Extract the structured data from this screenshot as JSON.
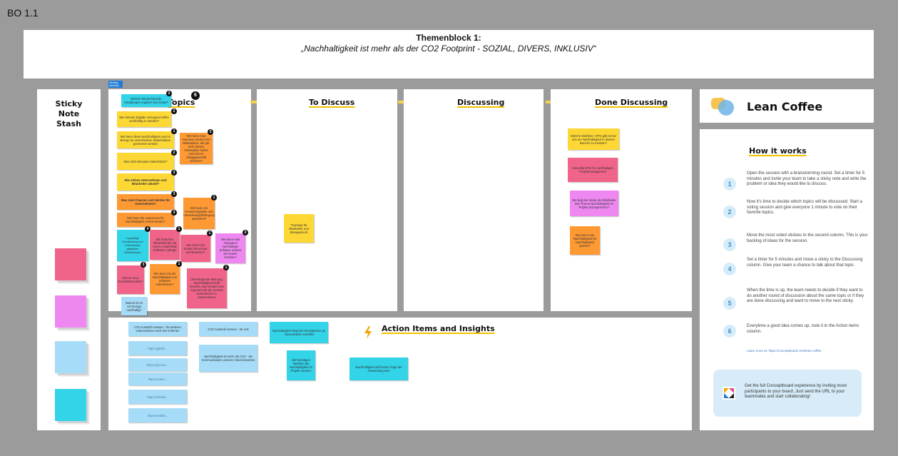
{
  "board": {
    "label": "BO 1.1"
  },
  "banner": {
    "title": "Themenblock 1:",
    "subtitle": "„Nachhaltigkeit ist mehr als der CO2 Footprint - SOZIAL, DIVERS, INKLUSIV“"
  },
  "stash": {
    "title_line1": "Sticky",
    "title_line2": "Note",
    "title_line3": "Stash"
  },
  "columns": {
    "topics": "Topics",
    "to_discuss": "To Discuss",
    "discussing": "Discussing",
    "done": "Done Discussing",
    "topics_count": "6"
  },
  "small_tag": "Meeting schedule",
  "topic_notes": [
    {
      "text": "Welche Wiederholende Handlungen ergeben sich heute?",
      "badge": "2"
    },
    {
      "text": "Wie können Digitale Lösungen helfen nachhaltig zu werden?",
      "badge": "2"
    },
    {
      "text": "Wie kann diese Nachhaltigkeit nach in Bezug zur verschiedene Stakeholdern gemessen werden",
      "badge": "1"
    },
    {
      "text": "Wie kann man Interesse wecken bei Mitarbeitern, die gar nicht diesen Arbeitsplatz haben und sich im Alltagsgeschäft verlieren?",
      "badge": "3"
    },
    {
      "text": "Was sind relevante Stakeholder?",
      "badge": "2"
    },
    {
      "text": "Wie stehen Unternehmen und Mitarbeiter aktuell?",
      "badge": "3"
    },
    {
      "text": "Was sind Chancen und Hürden für Unternehmen?",
      "badge": "3"
    },
    {
      "text": "Wie kann die Awareness für Nachhaltigkeit erzielt werden?",
      "badge": "3"
    },
    {
      "text": "Wie kann ein Umsetzungsplan und Verantwortungsfestlegungen aussehen?",
      "badge": "1"
    },
    {
      "text": "Langfristige Verantwortung von Unternehmen gegenüber Mitarbeitenden",
      "badge": "4"
    },
    {
      "text": "Wir brauchen Mitarbeitende mit neuen Leadership Software Aufträge",
      "badge": "1"
    },
    {
      "text": "Wie sind CO2 Kosten berechnet und bewertet?",
      "badge": "1"
    },
    {
      "text": "Wie kann man Akzeptanz nachhaltiger Software seitens der Nutzer erhöhen?",
      "badge": "3"
    },
    {
      "text": "Gibt es neue Geschäftsmodelle?",
      "badge": "3"
    },
    {
      "text": "Wie kann UX die Nachhaltigkeit von Software unterstützen?",
      "badge": "1"
    },
    {
      "text": "Überwiegende Meinung: Nachhaltigkeit heißt Verzicht. Das ist aber kein Argument für die meisten Entscheider im Unternehmen.",
      "badge": "1"
    },
    {
      "text": "Warum ist es UX-Design nachhaltig?",
      "badge": ""
    }
  ],
  "to_discuss_notes": [
    {
      "text": "Trainings für Mitarbeiter und Management"
    }
  ],
  "done_notes": [
    {
      "text": "Welche Metriken / KPIs gibt es bei uns um Nachhaltigkeit in diesem Bereich zu messen?"
    },
    {
      "text": "Sinnvolle KPIs für nachhaltiges Projektmanagement"
    },
    {
      "text": "Wo liegt die Hürde als Mitarbeiter das Thema Nachhaltigkeit im Projekt anzusprechen?"
    },
    {
      "text": "Wie kann man Nachhaltigkeit für Nachhaltigkeit spielen?"
    }
  ],
  "action": {
    "title": "Action Items and Insights",
    "notes": [
      "CO2 Ausstoß messen - für anderen Unternehmen nach ISO Kriterien",
      "CO2 Ausstoß messen - für uns",
      "Nachhaltigkeit fängt bei Kleinigkeiten an - Bewusstsein schaffen",
      "Nachhaltigkeit ist mehr als CO2 - die Kommunikation unserer Arbeit bewerten",
      "Wir benötigen Metriken die Nachhaltigkeit im Projekt messen",
      "Nachhaltigkeit darf keine Frage der Anwendung sein"
    ],
    "links": [
      "https://gitlab/...",
      "https://greenm...",
      "https://carbo...",
      "https://climate...",
      "https://websit..."
    ]
  },
  "lean": {
    "title": "Lean Coffee",
    "how_title": "How it works",
    "steps": [
      {
        "num": "1",
        "text": "Open the session with a brainstorming round. Set a timer for 5 minutes and invite your team to take a sticky note and write the problem or idea they would like to discuss."
      },
      {
        "num": "2",
        "text": "Now it's time to decide which topics will be discussed. Start a voting session and give everyone 1 minute to vote on their favorite topics."
      },
      {
        "num": "3",
        "text": "Move the most voted stickies to the second column. This is your backlog of ideas for the session."
      },
      {
        "num": "4",
        "text": "Set a timer for 5 minutes and move a sticky to the Discussing column. Give your team a chance to talk about that topic."
      },
      {
        "num": "5",
        "text": "When the time is up, the team needs to decide if they want to do another round of discussion about the same topic or if they are done discussing and want to move to the next sticky."
      },
      {
        "num": "6",
        "text": "Everytime a good idea comes up, note it in the Action items column."
      }
    ],
    "learn_more": "Learn more at: https://conceptboard.com/lean-coffee",
    "promo": "Get the full Conceptboard experience by inviting more participants to your board. Just send the URL to your teammates and start collaborating!"
  },
  "colors": {
    "background": "#9b9b9b",
    "yellow": "#fdd835",
    "orange": "#ff9933",
    "pink": "#f0648a",
    "violet": "#ee88f0",
    "cyan": "#33d3e8",
    "light_blue": "#a6dcf8",
    "accent": "#f2c200"
  }
}
